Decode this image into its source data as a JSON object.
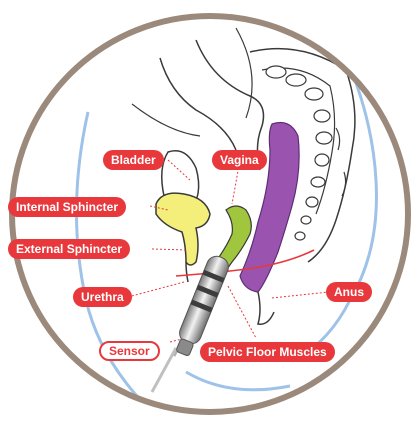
{
  "labels": {
    "bladder": "Bladder",
    "vagina": "Vagina",
    "internal_sphincter": "Internal Sphincter",
    "external_sphincter": "External Sphincter",
    "urethra": "Urethra",
    "anus": "Anus",
    "sensor": "Sensor",
    "pelvic_floor_muscles": "Pelvic Floor Muscles"
  },
  "colors": {
    "label_red": "#e8383c",
    "bladder_yellow": "#f4ef7a",
    "vagina_green": "#9fc63c",
    "rectum_purple": "#9a54b0",
    "frame_brown": "#9b8a7c",
    "blue_outline": "#9ec2e8"
  }
}
